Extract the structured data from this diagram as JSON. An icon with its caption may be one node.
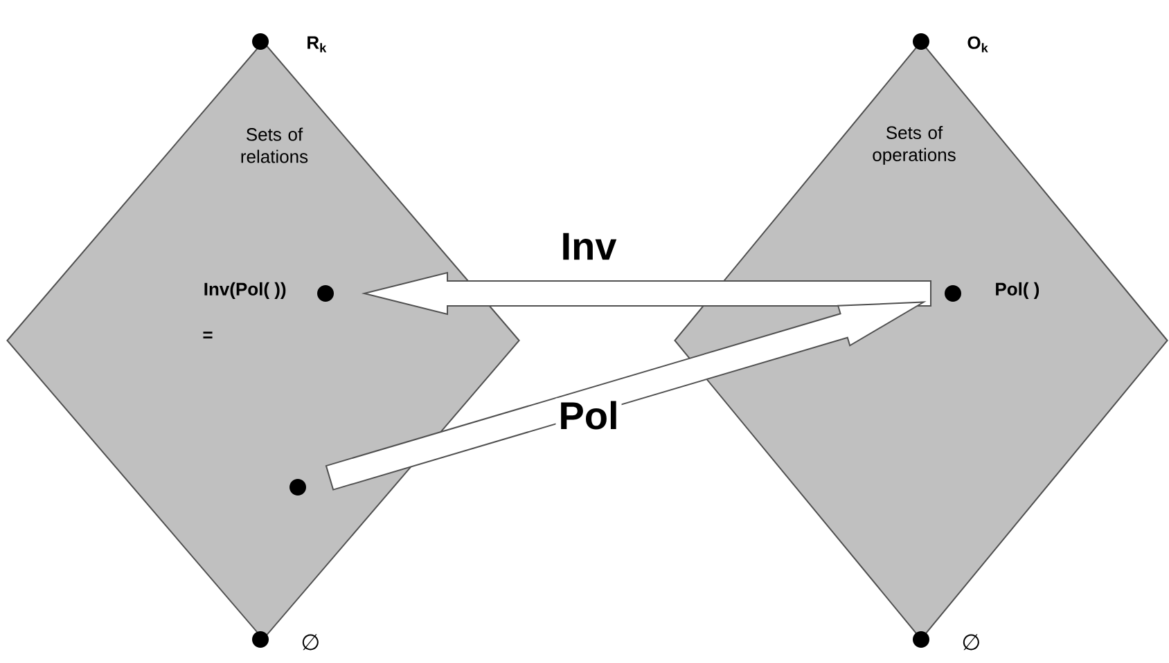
{
  "diagram": {
    "nodes": [
      {
        "text": [
          "Sets of relations"
        ]
      },
      {
        "text": [
          "Sets of operations"
        ]
      },
      {
        "text": [],
        "shape": "circle",
        "beside": [
          "R$_{k}$"
        ]
      },
      {
        "text": [],
        "shape": "circle",
        "beside": [
          "O$_{k}$"
        ]
      },
      {
        "text": [],
        "shape": "circle",
        "in": 0,
        "beside": [
          "Inv(Pol( ))",
          "="
        ]
      },
      {
        "text": [],
        "shape": "circle",
        "in": 1,
        "beside": [
          "Pol( )"
        ]
      },
      {
        "text": [],
        "shape": "circle",
        "in": 0
      },
      {
        "text": [],
        "shape": "circle",
        "beside": [
          "∅"
        ]
      },
      {
        "text": [],
        "shape": "circle",
        "beside": [
          "∅"
        ]
      }
    ],
    "edges": [
      {
        "from": 5,
        "to": 4,
        "arrow": "to",
        "label": "Inv"
      },
      {
        "from": 6,
        "to": 5,
        "arrow": "to",
        "label": "Pol"
      }
    ]
  }
}
